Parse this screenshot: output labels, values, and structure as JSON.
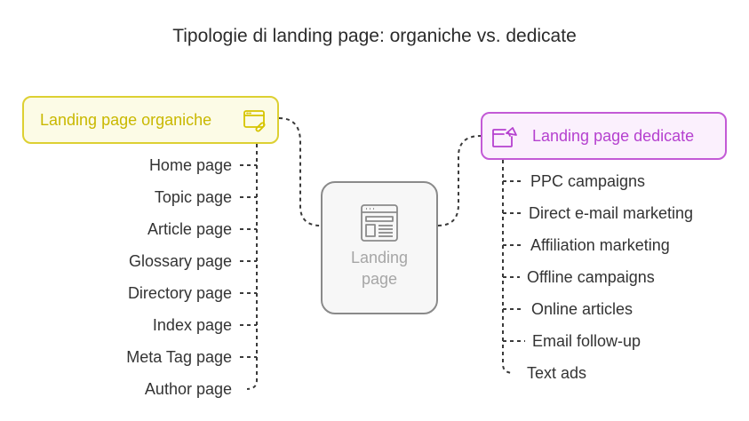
{
  "title": "Tipologie di landing page: organiche vs. dedicate",
  "left": {
    "label": "Landing page organiche",
    "icon": "browser-link-icon",
    "color": "#ddd032",
    "items": [
      "Home page",
      "Topic page",
      "Article page",
      "Glossary page",
      "Directory page",
      "Index page",
      "Meta Tag page",
      "Author page"
    ]
  },
  "center": {
    "label_line1": "Landing",
    "label_line2": "page",
    "icon": "webpage-layout-icon",
    "color": "#8a8a8a"
  },
  "right": {
    "label": "Landing page dedicate",
    "icon": "browser-megaphone-icon",
    "color": "#c35ad6",
    "items": [
      "PPC campaigns",
      "Direct e-mail marketing",
      "Affiliation marketing",
      "Offline campaigns",
      "Online articles",
      "Email follow-up",
      "Text ads"
    ]
  }
}
